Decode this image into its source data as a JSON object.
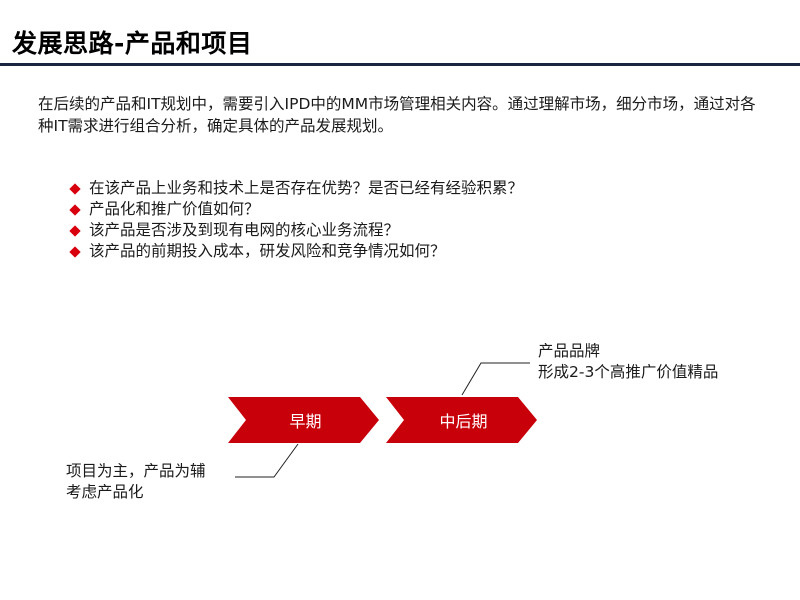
{
  "slide": {
    "title": "发展思路-产品和项目",
    "intro": "在后续的产品和IT规划中，需要引入IPD中的MM市场管理相关内容。通过理解市场，细分市场，通过对各种IT需求进行组合分析，确定具体的产品发展规划。",
    "bullet_icon": "red-diamond-icon",
    "bullets": [
      "在该产品上业务和技术上是否存在优势？是否已经有经验积累？",
      "产品化和推广价值如何？",
      "该产品是否涉及到现有电网的核心业务流程？",
      "该产品的前期投入成本，研发风险和竞争情况如何？"
    ],
    "stages": [
      {
        "label": "早期",
        "callout": [
          "项目为主，产品为辅",
          "考虑产品化"
        ]
      },
      {
        "label": "中后期",
        "callout": [
          "产品品牌",
          "形成2-3个高推广价值精品"
        ]
      }
    ]
  },
  "colors": {
    "accent_red": "#c8000a",
    "bullet_red": "#d8000c",
    "title_rule": "#1c2540"
  }
}
